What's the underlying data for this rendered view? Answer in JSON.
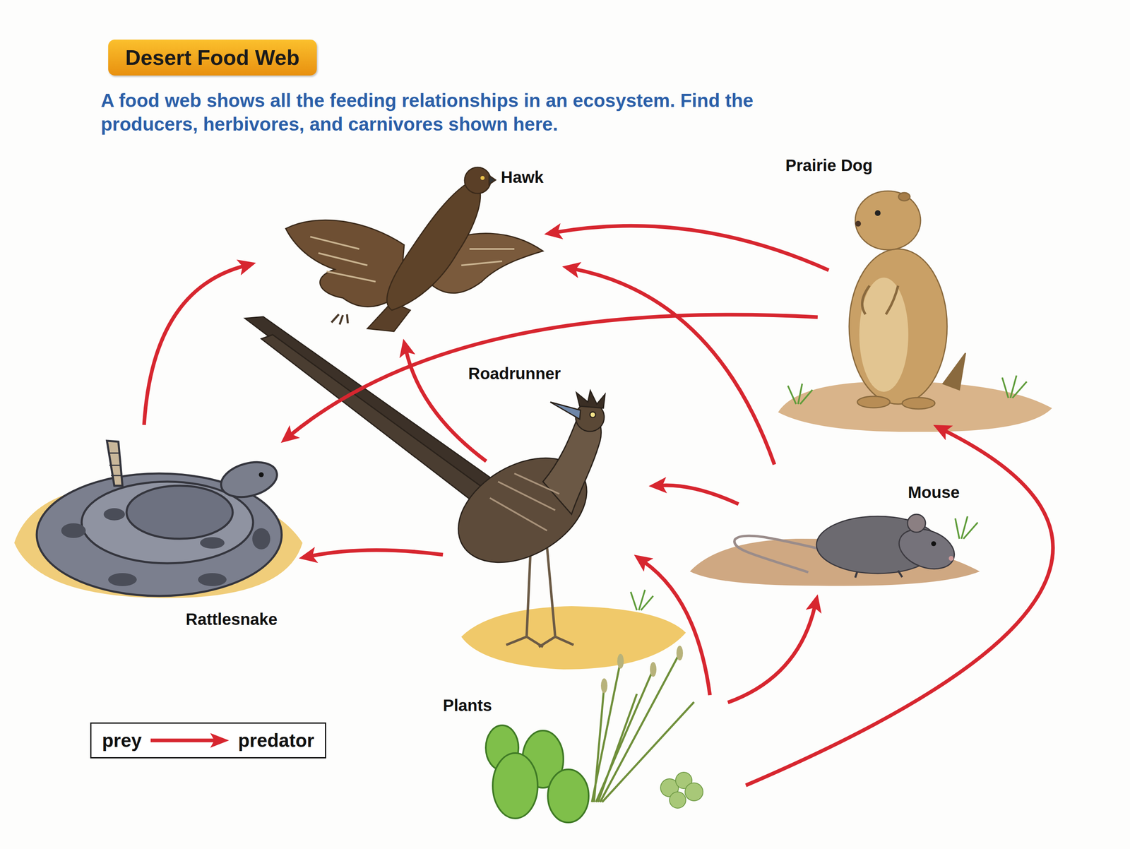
{
  "diagram": {
    "title": "Desert Food Web",
    "caption": "A food web shows all the feeding relationships in an ecosystem. Find the producers, herbivores, and carnivores shown here.",
    "nodes": [
      {
        "text": [
          "Hawk"
        ]
      },
      {
        "text": [
          "Prairie Dog"
        ]
      },
      {
        "text": [
          "Roadrunner"
        ]
      },
      {
        "text": [
          "Mouse"
        ]
      },
      {
        "text": [
          "Rattlesnake"
        ]
      },
      {
        "text": [
          "Plants"
        ]
      }
    ],
    "edges": [
      {
        "from": 1,
        "to": 0,
        "arrow": "to"
      },
      {
        "from": 1,
        "to": 4,
        "arrow": "to"
      },
      {
        "from": 2,
        "to": 0,
        "arrow": "to"
      },
      {
        "from": 3,
        "to": 0,
        "arrow": "to"
      },
      {
        "from": 3,
        "to": 2,
        "arrow": "to"
      },
      {
        "from": 2,
        "to": 4,
        "arrow": "to"
      },
      {
        "from": 4,
        "to": 0,
        "arrow": "to"
      },
      {
        "from": 5,
        "to": 2,
        "arrow": "to"
      },
      {
        "from": 5,
        "to": 3,
        "arrow": "to"
      },
      {
        "from": 5,
        "to": 1,
        "arrow": "to"
      }
    ],
    "legend": [
      {
        "text": "prey"
      },
      {
        "text": "predator"
      }
    ]
  }
}
